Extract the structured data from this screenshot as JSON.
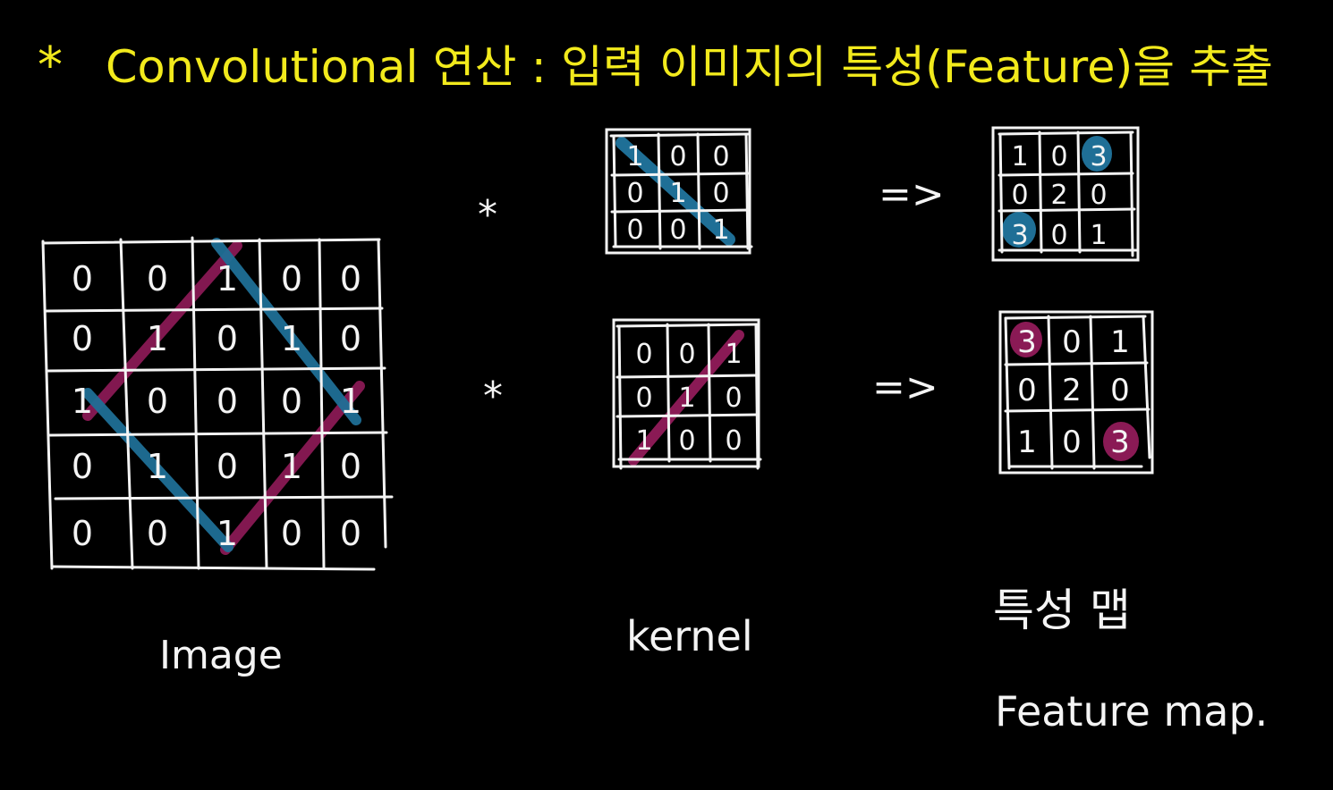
{
  "title": {
    "bullet": "*",
    "text": "Convolutional 연산 : 입력 이미지의 특성(Feature)을 추출"
  },
  "colors": {
    "background": "#000000",
    "chalk": "#f4f4f4",
    "title": "#f2ea1c",
    "blue": "#1f6f96",
    "magenta": "#8a1a55"
  },
  "image": {
    "label": "Image",
    "cells": [
      [
        "0",
        "0",
        "1",
        "0",
        "0"
      ],
      [
        "0",
        "1",
        "0",
        "1",
        "0"
      ],
      [
        "1",
        "0",
        "0",
        "0",
        "1"
      ],
      [
        "0",
        "1",
        "0",
        "1",
        "0"
      ],
      [
        "0",
        "0",
        "1",
        "0",
        "0"
      ]
    ]
  },
  "kernels": {
    "label": "kernel",
    "operator": "*",
    "items": [
      {
        "cells": [
          [
            "1",
            "0",
            "0"
          ],
          [
            "0",
            "1",
            "0"
          ],
          [
            "0",
            "0",
            "1"
          ]
        ],
        "highlight_color": "blue"
      },
      {
        "cells": [
          [
            "0",
            "0",
            "1"
          ],
          [
            "0",
            "1",
            "0"
          ],
          [
            "1",
            "0",
            "0"
          ]
        ],
        "highlight_color": "magenta"
      }
    ]
  },
  "arrow": "=>",
  "feature_maps": {
    "label_ko": "특성 맵",
    "label_en": "Feature map.",
    "items": [
      {
        "cells": [
          [
            "1",
            "0",
            "3"
          ],
          [
            "0",
            "2",
            "0"
          ],
          [
            "3",
            "0",
            "1"
          ]
        ],
        "highlighted": [
          "3",
          "3"
        ],
        "highlight_color": "blue"
      },
      {
        "cells": [
          [
            "3",
            "0",
            "1"
          ],
          [
            "0",
            "2",
            "0"
          ],
          [
            "1",
            "0",
            "3"
          ]
        ],
        "highlighted": [
          "3",
          "3"
        ],
        "highlight_color": "magenta"
      }
    ]
  }
}
